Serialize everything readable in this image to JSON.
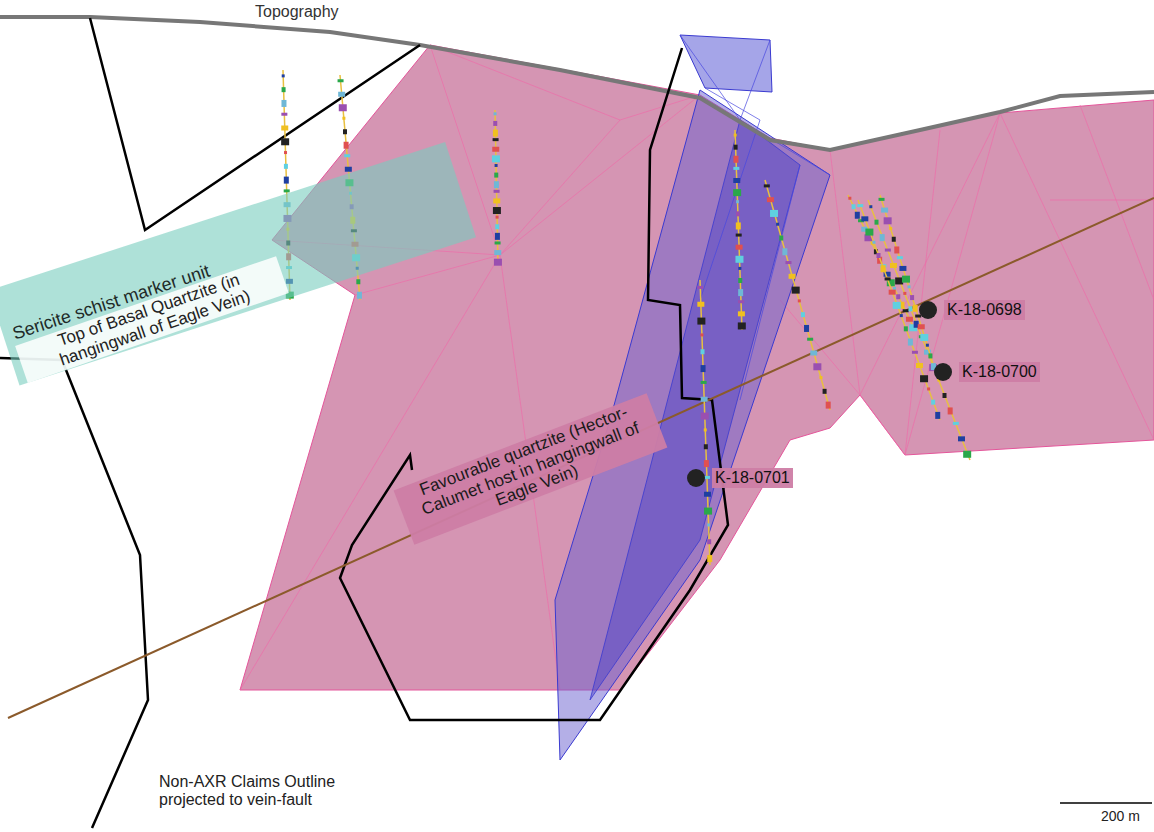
{
  "diagram": {
    "nodes": [
      {
        "text": [
          "Sericite schist marker unit"
        ]
      }
    ],
    "labels": [
      "Topography",
      "Top of Basal Quartzite (in hangingwall of Eagle Vein)",
      "Favourable quartzite (Hector-Calumet host in hangingwall of Eagle Vein)",
      "K-18-0698",
      "K-18-0700",
      "K-18-0701",
      "Non-AXR Claims Outline projected to vein-fault",
      "200 m"
    ]
  }
}
